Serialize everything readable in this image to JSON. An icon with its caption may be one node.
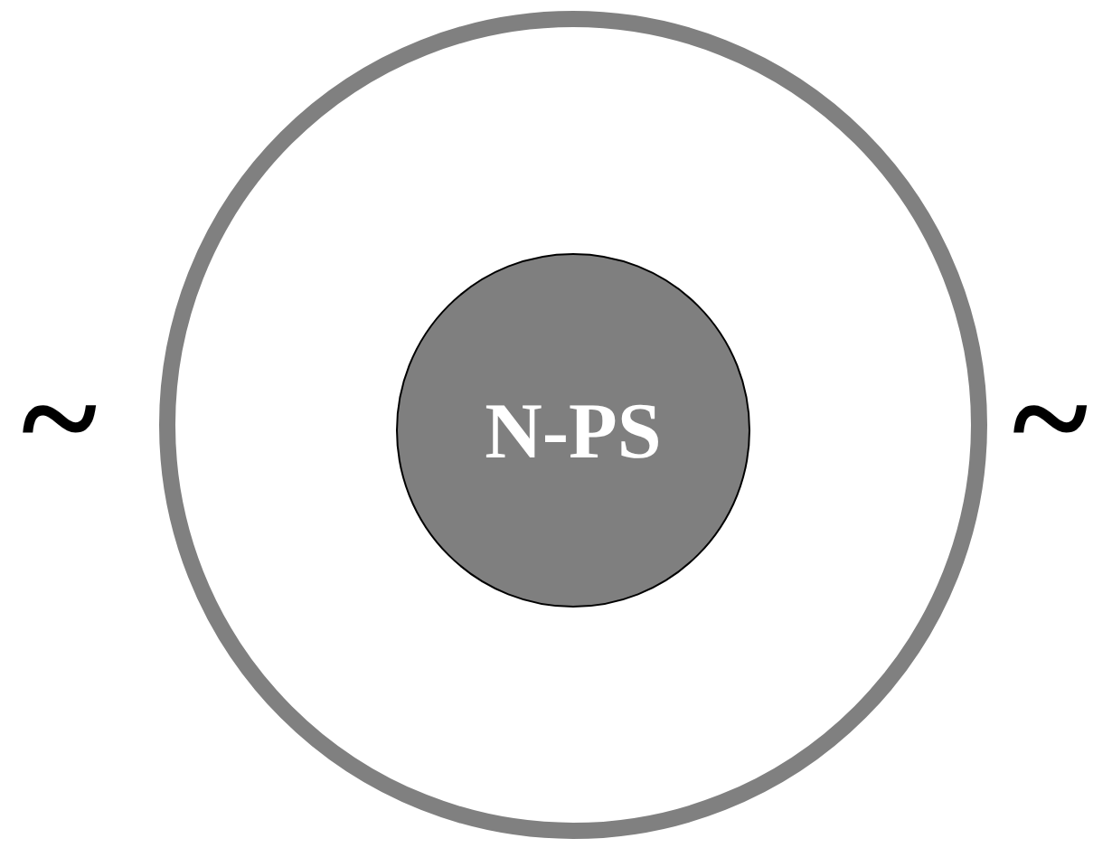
{
  "diagram": {
    "nodes": [
      {
        "text": [],
        "shape": "circle"
      },
      {
        "text": [
          "N-PS"
        ],
        "in": 0
      }
    ],
    "labels": [
      "~",
      "~"
    ]
  }
}
